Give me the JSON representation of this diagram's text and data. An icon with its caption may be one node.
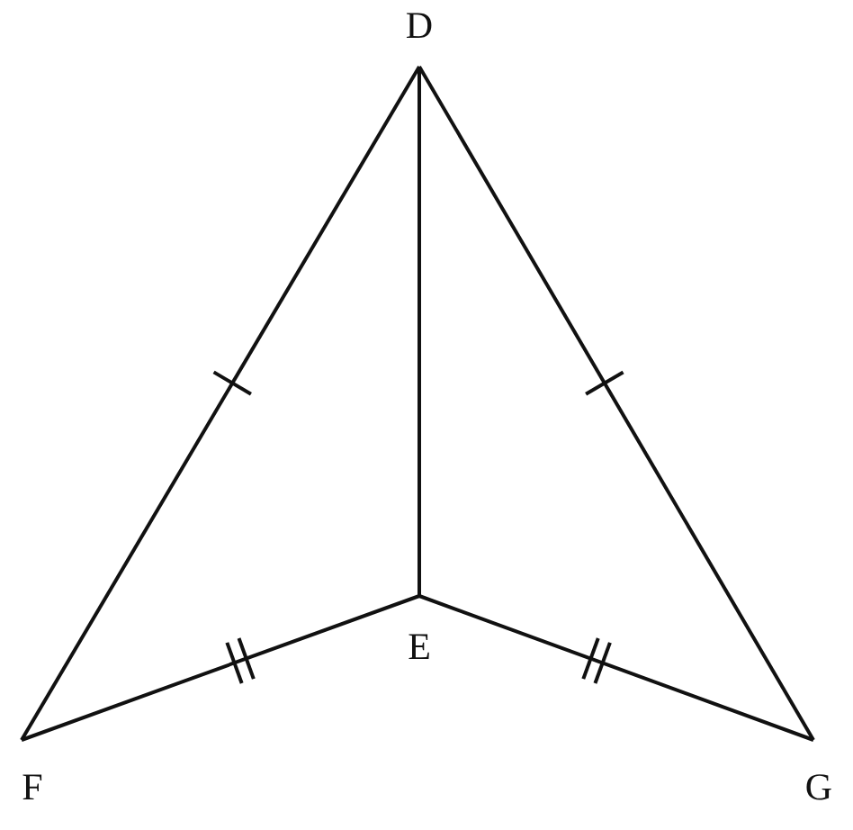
{
  "diagram": {
    "nodes": [
      {
        "text": [
          "D"
        ]
      },
      {
        "text": [
          "E"
        ]
      },
      {
        "text": [
          "F"
        ]
      },
      {
        "text": [
          "G"
        ]
      }
    ],
    "edges": [
      {
        "from": 0,
        "to": 2,
        "arrow": "none"
      },
      {
        "from": 0,
        "to": 3,
        "arrow": "none"
      },
      {
        "from": 0,
        "to": 1,
        "arrow": "none"
      },
      {
        "from": 1,
        "to": 2,
        "arrow": "none"
      },
      {
        "from": 1,
        "to": 3,
        "arrow": "none"
      }
    ]
  }
}
